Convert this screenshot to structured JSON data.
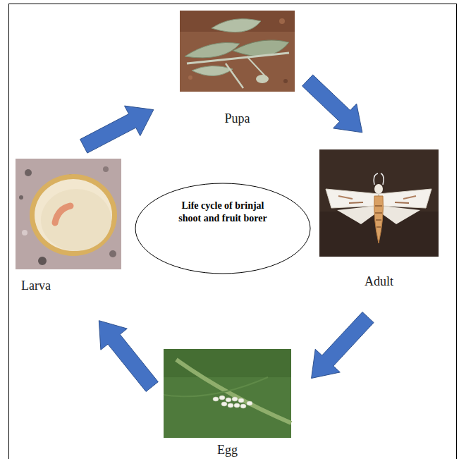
{
  "diagram": {
    "nodes": [
      {
        "text": [
          "Life cycle of brinjal shoot and fruit borer"
        ]
      },
      {
        "text": [
          "Pupa"
        ]
      },
      {
        "text": [
          "Adult"
        ]
      },
      {
        "text": [
          "Egg"
        ]
      },
      {
        "text": [
          "Larva"
        ]
      }
    ],
    "edges": [
      {
        "from": 4,
        "to": 1,
        "arrow": "to"
      },
      {
        "from": 1,
        "to": 2,
        "arrow": "to"
      },
      {
        "from": 2,
        "to": 3,
        "arrow": "to"
      },
      {
        "from": 3,
        "to": 4,
        "arrow": "to"
      }
    ]
  }
}
